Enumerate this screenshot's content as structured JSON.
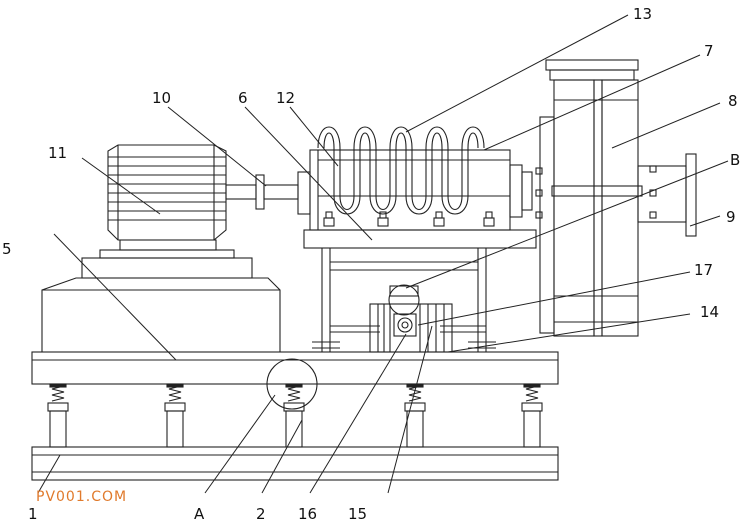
{
  "labels": {
    "n1": "1",
    "n2": "2",
    "n5": "5",
    "n6": "6",
    "n7": "7",
    "n8": "8",
    "n9": "9",
    "n10": "10",
    "n11": "11",
    "n12": "12",
    "n13": "13",
    "n14": "14",
    "n15": "15",
    "n16": "16",
    "n17": "17",
    "A": "A",
    "B": "B"
  },
  "watermark": {
    "text": "PV001.COM",
    "color": "#e07a2c"
  },
  "colors": {
    "stroke": "#222222",
    "background": "#ffffff"
  }
}
